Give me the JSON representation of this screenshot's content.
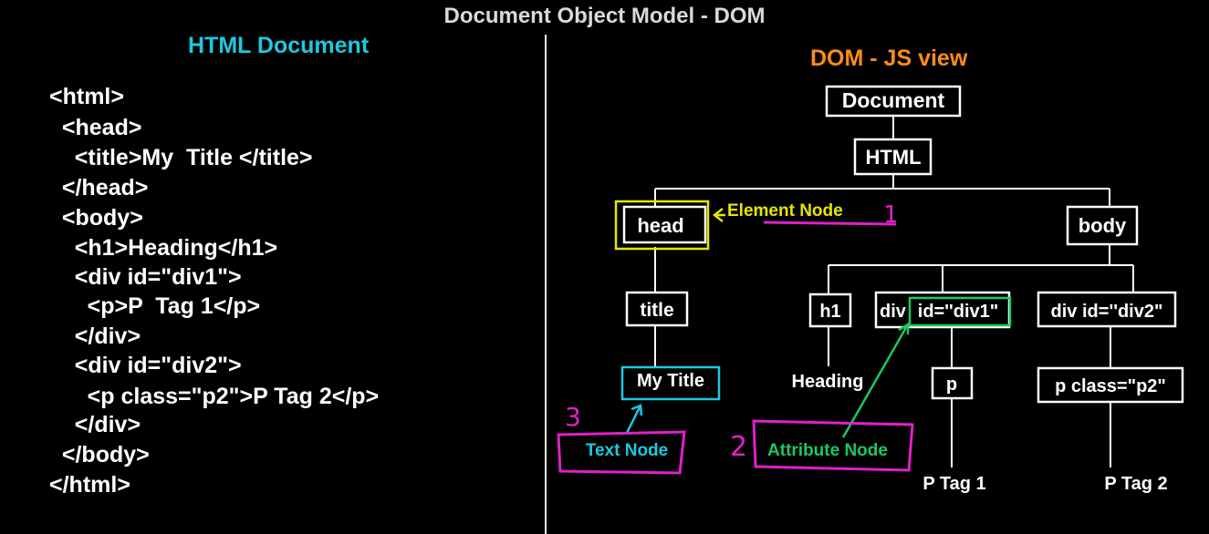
{
  "title": "Document Object Model - DOM",
  "left_panel": {
    "heading": "HTML Document",
    "code_lines": [
      "<html>",
      "  <head>",
      "    <title>My  Title </title>",
      "  </head>",
      "  <body>",
      "    <h1>Heading</h1>",
      "    <div id=\"div1\">",
      "      <p>P  Tag 1</p>",
      "    </div>",
      "    <div id=\"div2\">",
      "      <p class=\"p2\">P Tag 2</p>",
      "    </div>",
      "  </body>",
      "</html>"
    ]
  },
  "right_panel": {
    "heading": "DOM - JS view",
    "nodes": {
      "document": "Document",
      "html": "HTML",
      "head": "head",
      "body": "body",
      "title": "title",
      "my_title": "My Title",
      "h1": "h1",
      "heading": "Heading",
      "div1_tag": "div",
      "div1_attr": "id=''div1\"",
      "div2": "div id=''div2\"",
      "p1": "p",
      "p2": "p  class=\"p2\"",
      "p_tag_1": "P Tag 1",
      "p_tag_2": "P Tag 2"
    },
    "annotations": {
      "element_node": "Element Node",
      "element_node_number": "1",
      "attribute_node": "Attribute Node",
      "attribute_node_number": "2",
      "text_node": "Text Node",
      "text_node_number": "3"
    }
  },
  "colors": {
    "background": "#000000",
    "title": "#d9d9d9",
    "html_heading": "#1ec8df",
    "dom_heading": "#ff8c1a",
    "element_node": "#e6e600",
    "attribute_node": "#18c964",
    "text_node": "#1ec8df",
    "annotation_box": "#e020c8"
  }
}
